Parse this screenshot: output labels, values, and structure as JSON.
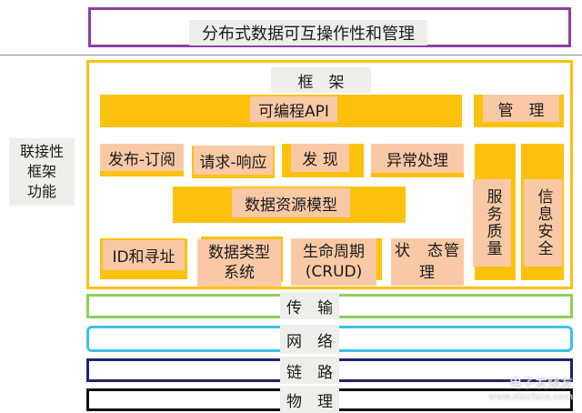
{
  "title": "分布式数据可互操作性和管理",
  "side_label": [
    "联接性",
    "框架",
    "功能"
  ],
  "framework": {
    "label": "框　架",
    "api": "可编程API",
    "management": "管　理",
    "row2": [
      "发布-订阅",
      "请求-响应",
      "发 现",
      "异常处理"
    ],
    "qos": "服务质量",
    "security": "信息安全",
    "data_model": "数据资源模型",
    "row4": [
      "ID和寻址",
      "数据类型系统",
      "生命周期(CRUD)",
      "状　态管　理"
    ]
  },
  "layers": [
    {
      "label": "传　输",
      "color": "#8cd05a"
    },
    {
      "label": "网　络",
      "color": "#3cc0e8"
    },
    {
      "label": "链　路",
      "color": "#1f2470"
    },
    {
      "label": "物　理",
      "color": "#111111"
    }
  ],
  "colors": {
    "title_border": "#8e3fa3",
    "frame_border": "#fcc10d",
    "bar": "#fcc10d",
    "label_bg": "#f9c9a5"
  },
  "watermark": {
    "brand": "电子发烧友",
    "url": "www.elecfans.com"
  }
}
